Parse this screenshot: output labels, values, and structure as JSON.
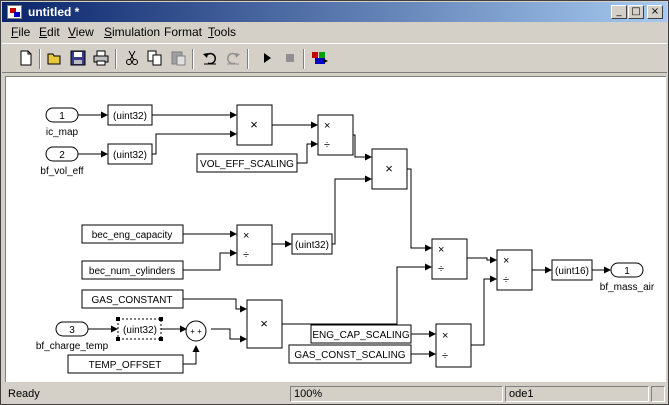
{
  "window": {
    "title": "untitled *"
  },
  "caption_buttons": {
    "minimize": "_",
    "maximize": "□",
    "close": "×"
  },
  "menu": [
    {
      "key": "F",
      "rest": "ile"
    },
    {
      "key": "E",
      "rest": "dit"
    },
    {
      "key": "V",
      "rest": "iew"
    },
    {
      "key": "S",
      "rest": "imulation"
    },
    {
      "key": "",
      "rest": "Format",
      "mid": "o"
    },
    {
      "key": "T",
      "rest": "ools"
    }
  ],
  "menu_labels": [
    "File",
    "Edit",
    "View",
    "Simulation",
    "Format",
    "Tools"
  ],
  "toolbar": {
    "icons": [
      "new-icon",
      "open-icon",
      "save-icon",
      "print-icon",
      "cut-icon",
      "copy-icon",
      "paste-icon",
      "undo-icon",
      "redo-icon",
      "start-icon",
      "stop-icon",
      "library-browser-icon"
    ]
  },
  "diagram": {
    "inports": [
      {
        "num": "1",
        "name": "ic_map"
      },
      {
        "num": "2",
        "name": "bf_vol_eff"
      },
      {
        "num": "3",
        "name": "bf_charge_temp"
      }
    ],
    "outport": {
      "num": "1",
      "name": "bf_mass_air"
    },
    "converts": [
      "(uint32)",
      "(uint32)",
      "(uint32)",
      "(uint32)",
      "(uint16)"
    ],
    "constants": [
      "VOL_EFF_SCALING",
      "bec_eng_capacity",
      "bec_num_cylinders",
      "GAS_CONSTANT",
      "TEMP_OFFSET",
      "ENG_CAP_SCALING",
      "GAS_CONST_SCALING"
    ],
    "mult_symbol": "×",
    "div_symbol": "÷",
    "sum_signs": "+ +"
  },
  "status": {
    "left": "Ready",
    "zoom": "100%",
    "solver": "ode1"
  }
}
